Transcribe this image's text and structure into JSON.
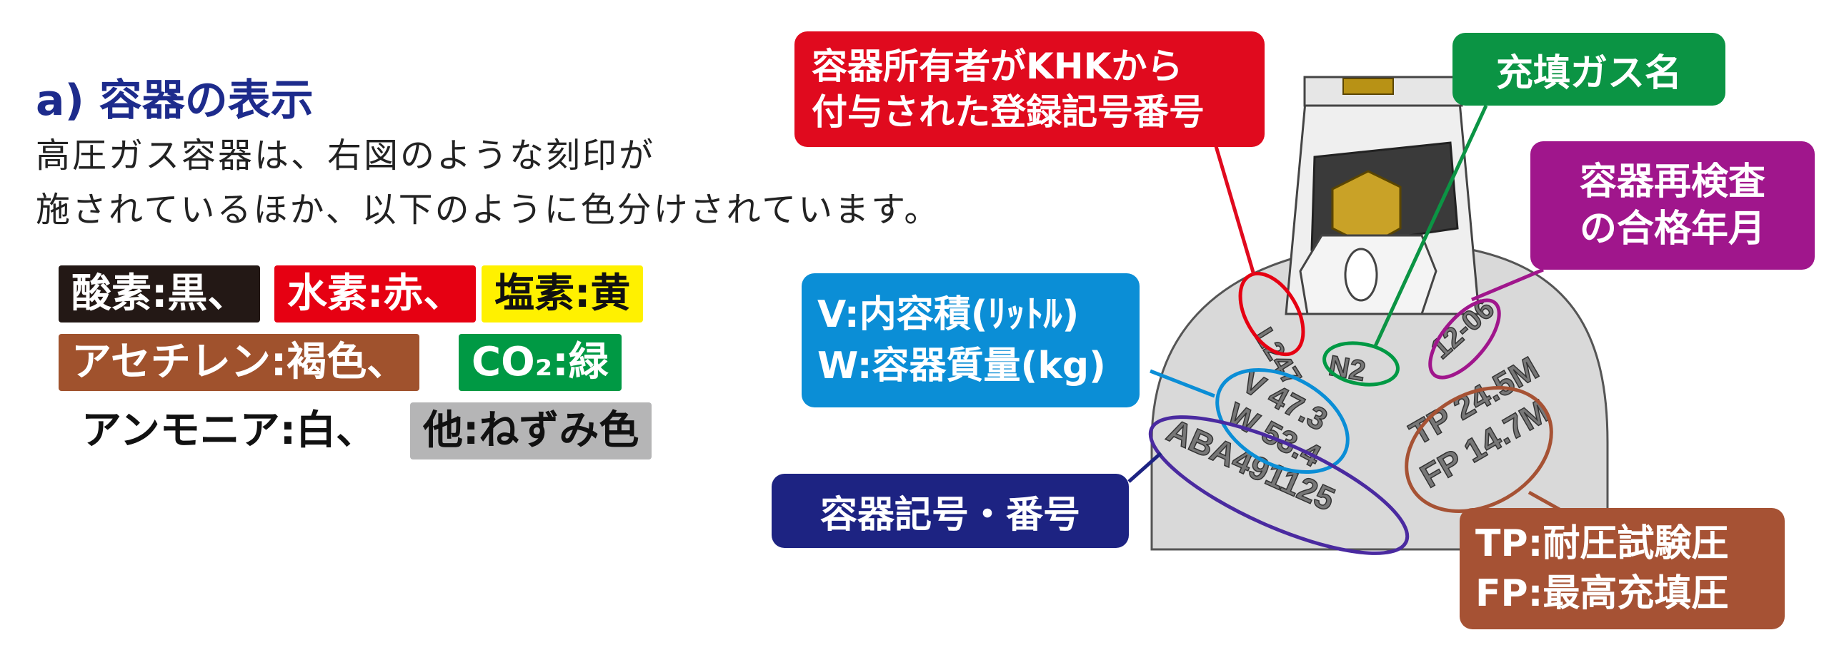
{
  "title": "a) 容器の表示",
  "description": {
    "line1": "高圧ガス容器は、右図のような刻印が",
    "line2": "施されているほか、以下のように色分けされています。"
  },
  "color_codes": {
    "oxygen": "酸素:黒、",
    "hydrogen": "水素:赤、",
    "chlorine": "塩素:黄",
    "acetylene": "アセチレン:褐色、",
    "co2": "CO₂:緑",
    "ammonia": "アンモニア:白、",
    "other": "他:ねずみ色"
  },
  "callouts": {
    "owner_registration": {
      "line1": "容器所有者がKHKから",
      "line2": "付与された登録記号番号"
    },
    "gas_name": "充填ガス名",
    "reinspection": {
      "line1": "容器再検査",
      "line2": "の合格年月"
    },
    "volume_mass": {
      "line1": "V:内容積(ﾘｯﾄﾙ)",
      "line2": "W:容器質量(kg)"
    },
    "container_id": "容器記号・番号",
    "pressures": {
      "line1": "TP:耐圧試験圧",
      "line2": "FP:最高充填圧"
    }
  },
  "stamps": {
    "registration": "L247",
    "gas": "N2",
    "date": "12-06",
    "volume": "V 47.3",
    "weight": "W 53.4",
    "tp": "TP 24.5M",
    "fp": "FP 14.7M",
    "serial": "ABA491125"
  },
  "colors": {
    "title": "#1d2b8c",
    "black": "#231815",
    "red": "#e60012",
    "yellow": "#fff100",
    "brown": "#a0522d",
    "green": "#009944",
    "gray": "#b5b5b6",
    "callout_red": "#e00a1e",
    "callout_green": "#0b9444",
    "callout_purple": "#a0168c",
    "callout_blue": "#0b8ed6",
    "callout_navy": "#1d2382",
    "callout_brown": "#a65234"
  }
}
